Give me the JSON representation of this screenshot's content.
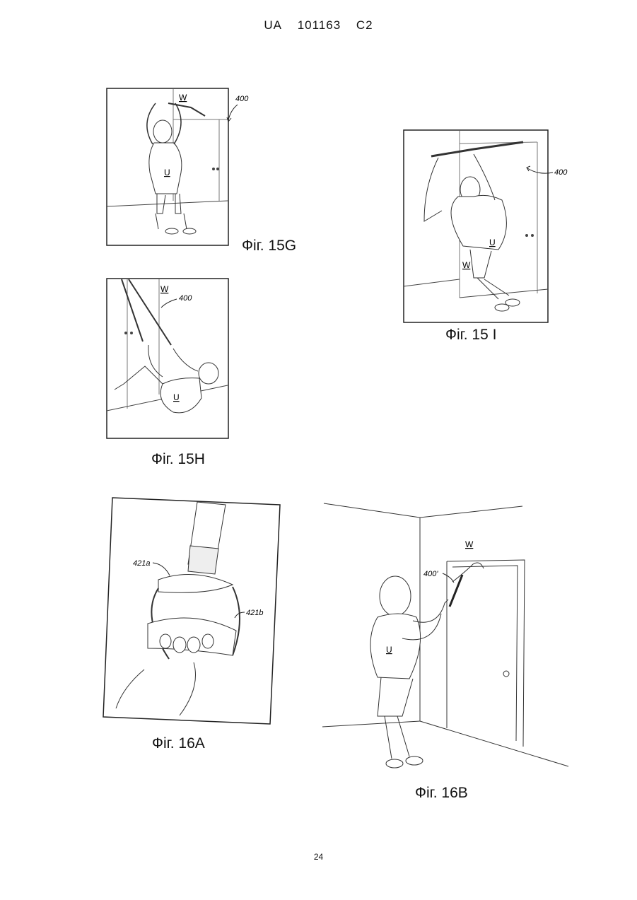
{
  "header": {
    "country": "UA",
    "number": "101163",
    "kind": "C2"
  },
  "page_number": "24",
  "figures": {
    "f15g": {
      "caption": "Фіг. 15G",
      "ref": "400",
      "wall": "W",
      "user": "U"
    },
    "f15h": {
      "caption": "Фіг. 15H",
      "ref": "400",
      "wall": "W",
      "user": "U"
    },
    "f15i": {
      "caption": "Фіг. 15 I",
      "ref": "400",
      "wall": "W",
      "user": "U"
    },
    "f16a": {
      "caption": "Фіг. 16A",
      "ref_a": "421a",
      "ref_b": "421b"
    },
    "f16b": {
      "caption": "Фіг. 16B",
      "ref": "400'",
      "wall": "W",
      "user": "U"
    }
  }
}
